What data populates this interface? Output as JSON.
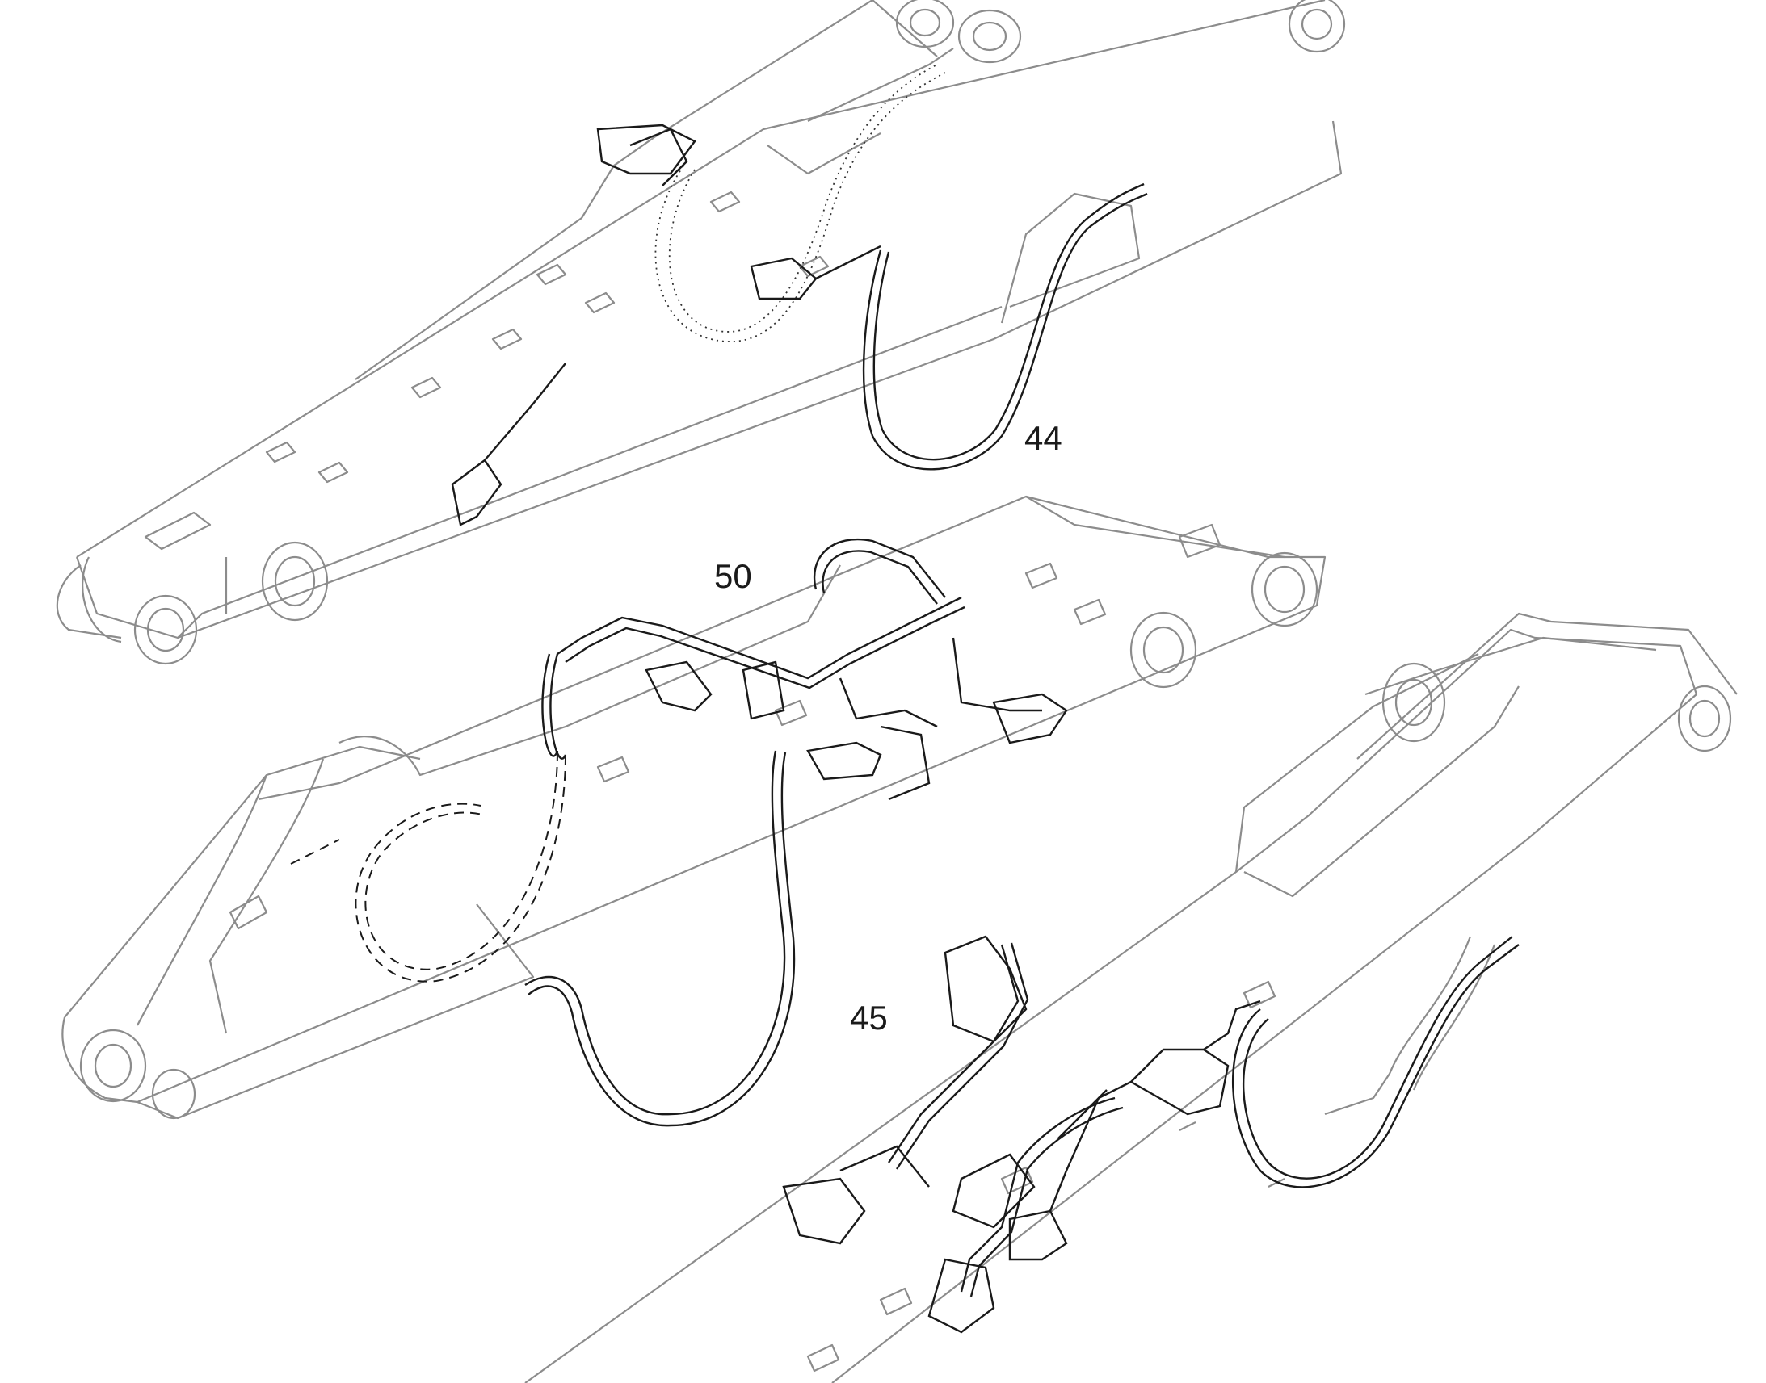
{
  "callouts": {
    "upper_hose": "44",
    "middle_hose": "50",
    "lower_hose": "45"
  },
  "colors": {
    "arm_outline": "#8c8c8c",
    "hose_outline": "#1a1a1a",
    "background": "#ffffff"
  }
}
